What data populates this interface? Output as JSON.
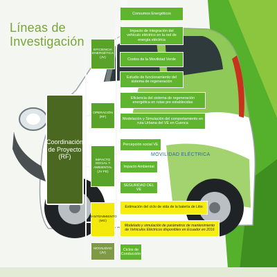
{
  "title": {
    "line1": "Líneas de",
    "line2": "Investigación"
  },
  "central": "Coordinación de Proyecto (RF)",
  "categories": {
    "eficiencia": "EFICIENCIA ENERGÉTICA (JV)",
    "operacion": "OPERACIÓN (RF)",
    "impacto": "IMPACTO SOCIAL Y AMBIENTAL (JV FE)",
    "mantenimiento": "MANTENIMIENTO (MG)",
    "movilidad": "MOVILIDAD (JV)"
  },
  "items": {
    "consumos": "Consumos Energéticos",
    "impacto_integracion": "Impacto de integración del vehículo eléctrico en la red de energía eléctrica",
    "costos": "Costos de la Movilidad Verde",
    "estudio_regeneracion": "Estudio de funcionamiento del sistema de regeneración",
    "eficiencia_regeneracion": "Eficiencia del sistema de regeneración energética en rutas pre establecidas",
    "modelacion": "Modelación y Simulación del comportamiento en ruta Urbana del VE en Cuenca",
    "percepcion": "Percepción social VE",
    "impacto_ambiental": "Impacto Ambiental",
    "seguridad": "SEGURIDAD DEL VE",
    "ciclo_vida": "Estimación del ciclo de vida de la batería de Litio",
    "parametros": "Modelado y simulación de parámetros de mantenimiento de Vehículos Eléctricos disponibles en Ecuador en 2016",
    "ciclos": "Ciclos de Conducción"
  },
  "car_lettering": "MOVILIDAD ELÉCTRICA",
  "colors": {
    "title": "#7aa33c",
    "item_green": "#5fb52e",
    "item_yellow": "#f6ee10",
    "central": "#4a6820"
  }
}
